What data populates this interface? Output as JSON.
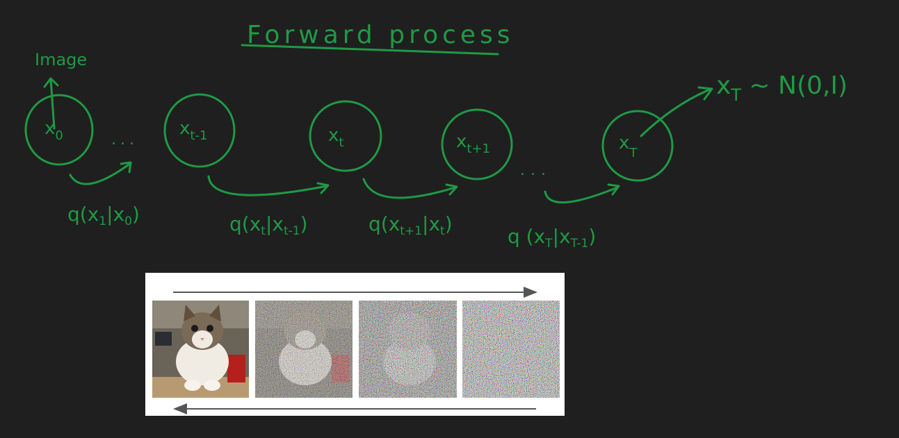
{
  "title": "Forward process",
  "image_label": "Image",
  "nodes": {
    "x0": {
      "base": "x",
      "sub": "0"
    },
    "xt_minus_1": {
      "base": "x",
      "sub": "t-1"
    },
    "xt": {
      "base": "x",
      "sub": "t"
    },
    "xt_plus_1": {
      "base": "x",
      "sub": "t+1"
    },
    "xT": {
      "base": "x",
      "sub": "T"
    }
  },
  "ellipsis": "...",
  "transitions": {
    "q1": {
      "pre": "q(x",
      "s1": "1",
      "mid": "|x",
      "s2": "0",
      "post": ")"
    },
    "q2": {
      "pre": "q(x",
      "s1": "t",
      "mid": "|x",
      "s2": "t-1",
      "post": ")"
    },
    "q3": {
      "pre": "q(x",
      "s1": "t+1",
      "mid": "|x",
      "s2": "t",
      "post": ")"
    },
    "q4": {
      "pre": "q (x",
      "s1": "T",
      "mid": "|x",
      "s2": "T-1",
      "post": ")"
    }
  },
  "prior": {
    "var": "x",
    "sub": "T",
    "rest": " ~ N(0,I)"
  },
  "colors": {
    "ink": "#1f9a45",
    "background": "#1f1f1f",
    "panel": "#ffffff",
    "panel_arrow": "#555555"
  }
}
